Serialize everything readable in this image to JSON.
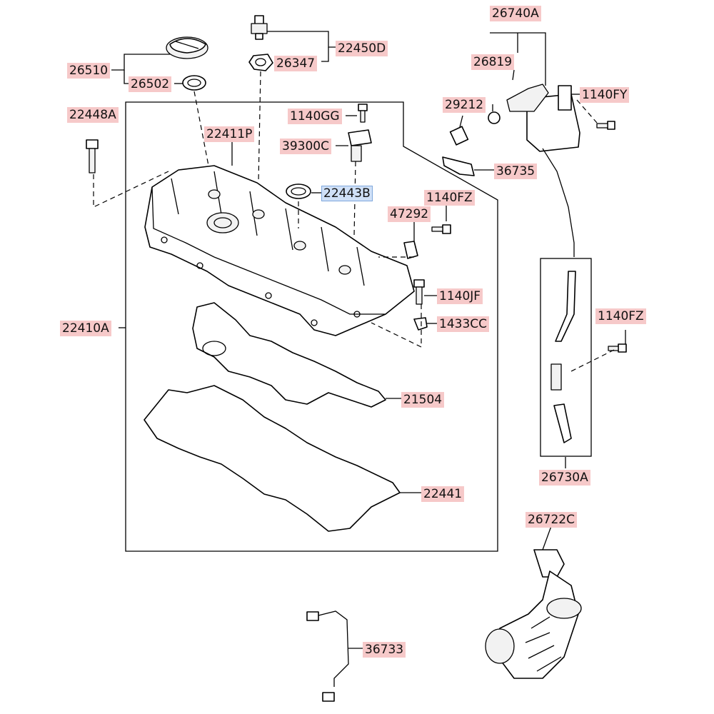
{
  "parts": [
    {
      "id": "p26510",
      "label": "26510"
    },
    {
      "id": "p26502",
      "label": "26502"
    },
    {
      "id": "p22448A",
      "label": "22448A"
    },
    {
      "id": "p22411P",
      "label": "22411P"
    },
    {
      "id": "p22450D",
      "label": "22450D"
    },
    {
      "id": "p26347",
      "label": "26347"
    },
    {
      "id": "p1140GG",
      "label": "1140GG"
    },
    {
      "id": "p39300C",
      "label": "39300C"
    },
    {
      "id": "p22443B",
      "label": "22443B",
      "selected": true
    },
    {
      "id": "p47292",
      "label": "47292"
    },
    {
      "id": "p1140FZa",
      "label": "1140FZ"
    },
    {
      "id": "p1140JF",
      "label": "1140JF"
    },
    {
      "id": "p1433CC",
      "label": "1433CC"
    },
    {
      "id": "p22410A",
      "label": "22410A"
    },
    {
      "id": "p21504",
      "label": "21504"
    },
    {
      "id": "p22441",
      "label": "22441"
    },
    {
      "id": "p26740A",
      "label": "26740A"
    },
    {
      "id": "p26819",
      "label": "26819"
    },
    {
      "id": "p29212",
      "label": "29212"
    },
    {
      "id": "p1140FY",
      "label": "1140FY"
    },
    {
      "id": "p36735",
      "label": "36735"
    },
    {
      "id": "p1140FZb",
      "label": "1140FZ"
    },
    {
      "id": "p26730A",
      "label": "26730A"
    },
    {
      "id": "p26722C",
      "label": "26722C"
    },
    {
      "id": "p36733",
      "label": "36733"
    }
  ],
  "colors": {
    "label_bg": "#f6c9c9",
    "selected_bg": "#cfe0f7",
    "line": "#000000"
  }
}
